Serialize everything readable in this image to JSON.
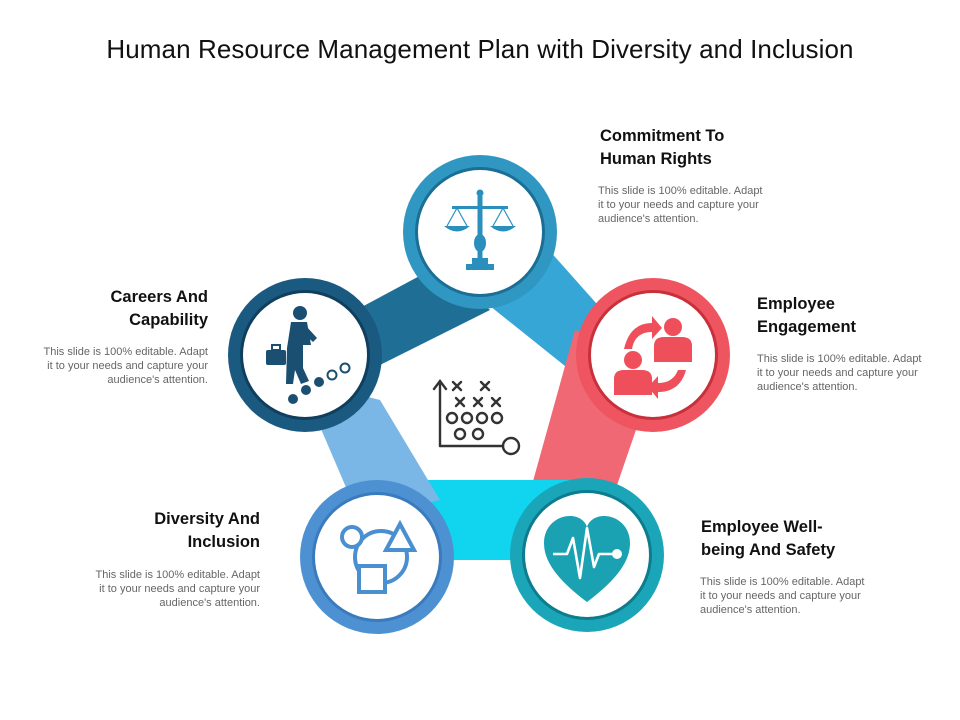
{
  "title": "Human Resource Management Plan with Diversity and Inclusion",
  "colors": {
    "top": "#2f97c1",
    "right": "#ef5560",
    "bottom_right": "#1aa6b8",
    "bottom_left": "#4d91d2",
    "left": "#1b5a80",
    "center_icon": "#333333"
  },
  "items": [
    {
      "key": "top",
      "title": "Commitment To Human Rights",
      "title_lines": [
        "Commitment To",
        "Human Rights"
      ],
      "desc_lines": [
        "This slide is 100% editable. Adapt",
        "it to your needs and capture your",
        "audience's attention."
      ],
      "icon": "scales-icon"
    },
    {
      "key": "right",
      "title": "Employee Engagement",
      "title_lines": [
        "Employee",
        "Engagement"
      ],
      "desc_lines": [
        "This slide is 100% editable. Adapt",
        "it to your needs and capture your",
        "audience's attention."
      ],
      "icon": "people-exchange-icon"
    },
    {
      "key": "bottom_right",
      "title": "Employee Well-being And Safety",
      "title_lines": [
        "Employee Well-",
        "being And Safety"
      ],
      "desc_lines": [
        "This slide is 100% editable. Adapt",
        "it to your needs and capture your",
        "audience's attention."
      ],
      "icon": "heartbeat-icon"
    },
    {
      "key": "bottom_left",
      "title": "Diversity And Inclusion",
      "title_lines": [
        "Diversity And",
        "Inclusion"
      ],
      "desc_lines": [
        "This slide is 100% editable. Adapt",
        "it to your needs and capture your",
        "audience's attention."
      ],
      "icon": "shapes-icon"
    },
    {
      "key": "left",
      "title": "Careers And Capability",
      "title_lines": [
        "Careers And",
        "Capability"
      ],
      "desc_lines": [
        "This slide is 100% editable. Adapt",
        "it to your needs and capture your",
        "audience's attention."
      ],
      "icon": "career-steps-icon"
    }
  ],
  "center_icon": "strategy-play-icon"
}
